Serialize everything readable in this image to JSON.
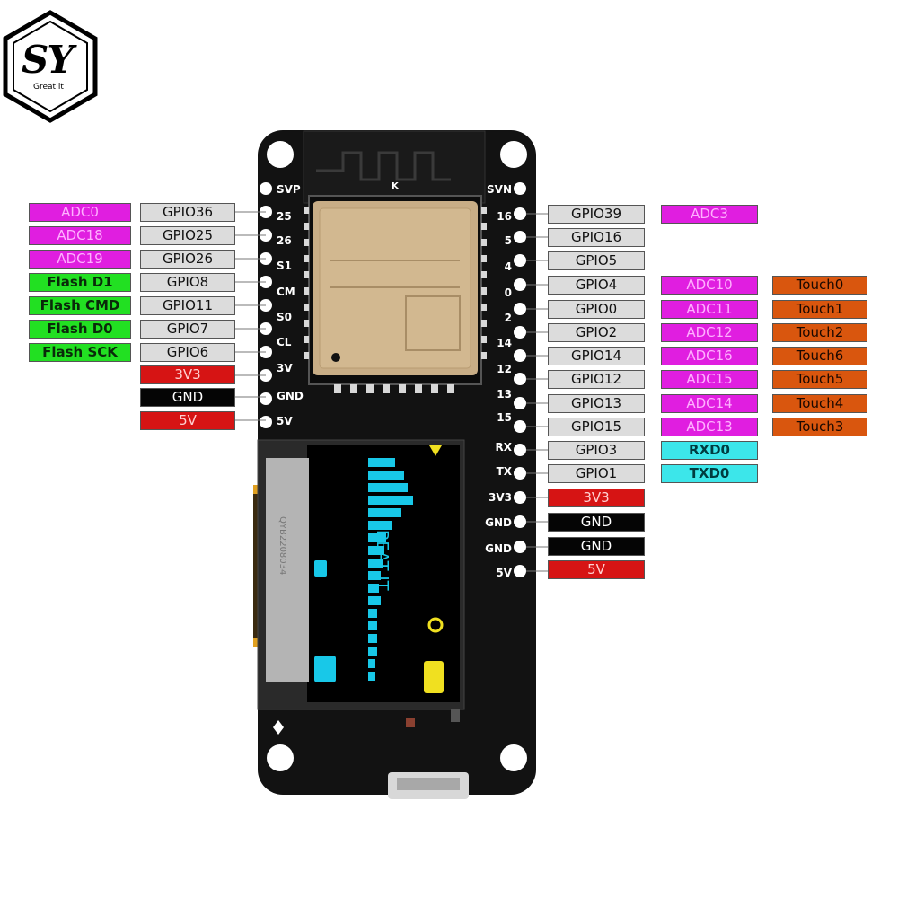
{
  "logo": {
    "letters": "SY",
    "tagline": "Great it"
  },
  "board": {
    "module_mark": "K",
    "oled": {
      "screen_text": "BEAT IT",
      "flex_text": "QYB2208034"
    }
  },
  "left_silk": [
    "SVP",
    "25",
    "26",
    "S1",
    "CM",
    "S0",
    "CL",
    "3V",
    "GND",
    "5V"
  ],
  "right_silk": [
    "SVN",
    "16",
    "5",
    "4",
    "0",
    "2",
    "14",
    "12",
    "13",
    "15",
    "RX",
    "TX",
    "3V3",
    "GND",
    "GND",
    "5V"
  ],
  "left_labels": [
    {
      "gpio": "GPIO36",
      "func": "ADC0",
      "kind": "adc"
    },
    {
      "gpio": "GPIO25",
      "func": "ADC18",
      "kind": "adc"
    },
    {
      "gpio": "GPIO26",
      "func": "ADC19",
      "kind": "adc"
    },
    {
      "gpio": "GPIO8",
      "func": "Flash D1",
      "kind": "flash"
    },
    {
      "gpio": "GPIO11",
      "func": "Flash CMD",
      "kind": "flash"
    },
    {
      "gpio": "GPIO7",
      "func": "Flash D0",
      "kind": "flash"
    },
    {
      "gpio": "GPIO6",
      "func": "Flash SCK",
      "kind": "flash"
    }
  ],
  "left_power": [
    {
      "text": "3V3",
      "kind": "pwr"
    },
    {
      "text": "GND",
      "kind": "gnd"
    },
    {
      "text": "5V",
      "kind": "pwr"
    }
  ],
  "right_labels": [
    {
      "gpio": "GPIO39",
      "adc": "ADC3",
      "extra": ""
    },
    {
      "gpio": "GPIO16",
      "adc": "",
      "extra": ""
    },
    {
      "gpio": "GPIO5",
      "adc": "",
      "extra": ""
    },
    {
      "gpio": "GPIO4",
      "adc": "ADC10",
      "extra": "Touch0"
    },
    {
      "gpio": "GPIO0",
      "adc": "ADC11",
      "extra": "Touch1"
    },
    {
      "gpio": "GPIO2",
      "adc": "ADC12",
      "extra": "Touch2"
    },
    {
      "gpio": "GPIO14",
      "adc": "ADC16",
      "extra": "Touch6"
    },
    {
      "gpio": "GPIO12",
      "adc": "ADC15",
      "extra": "Touch5"
    },
    {
      "gpio": "GPIO13",
      "adc": "ADC14",
      "extra": "Touch4"
    },
    {
      "gpio": "GPIO15",
      "adc": "ADC13",
      "extra": "Touch3"
    },
    {
      "gpio": "GPIO3",
      "adc": "",
      "extra": "RXD0"
    },
    {
      "gpio": "GPIO1",
      "adc": "",
      "extra": "TXD0"
    }
  ],
  "right_power": [
    {
      "text": "3V3",
      "kind": "pwr"
    },
    {
      "text": "GND",
      "kind": "gnd"
    },
    {
      "text": "GND",
      "kind": "gnd"
    },
    {
      "text": "5V",
      "kind": "pwr"
    }
  ],
  "colors": {
    "adc": "#e01ee0",
    "flash": "#22e022",
    "touch": "#d9560e",
    "uart": "#3ce6ea",
    "power": "#d61414",
    "ground": "#050505",
    "gpio": "#dcdcdc",
    "board": "#111111",
    "oled_cyan": "#18c8e8",
    "oled_yellow": "#f0e020"
  }
}
